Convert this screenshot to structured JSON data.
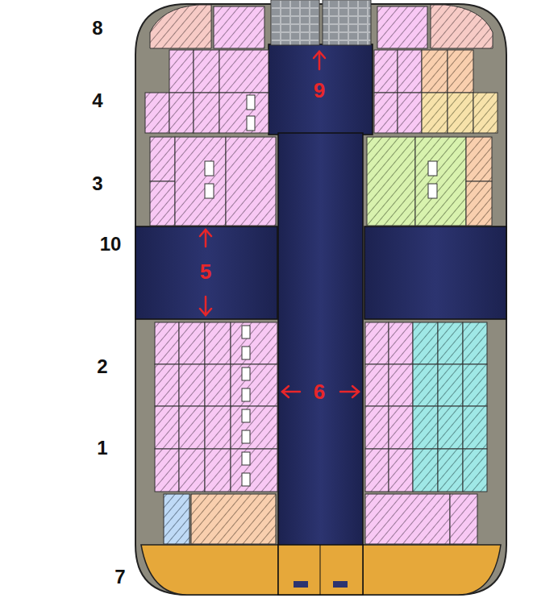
{
  "diagram": {
    "labels": [
      "8",
      "9",
      "4",
      "3",
      "10",
      "5",
      "2",
      "6",
      "1",
      "7"
    ]
  }
}
